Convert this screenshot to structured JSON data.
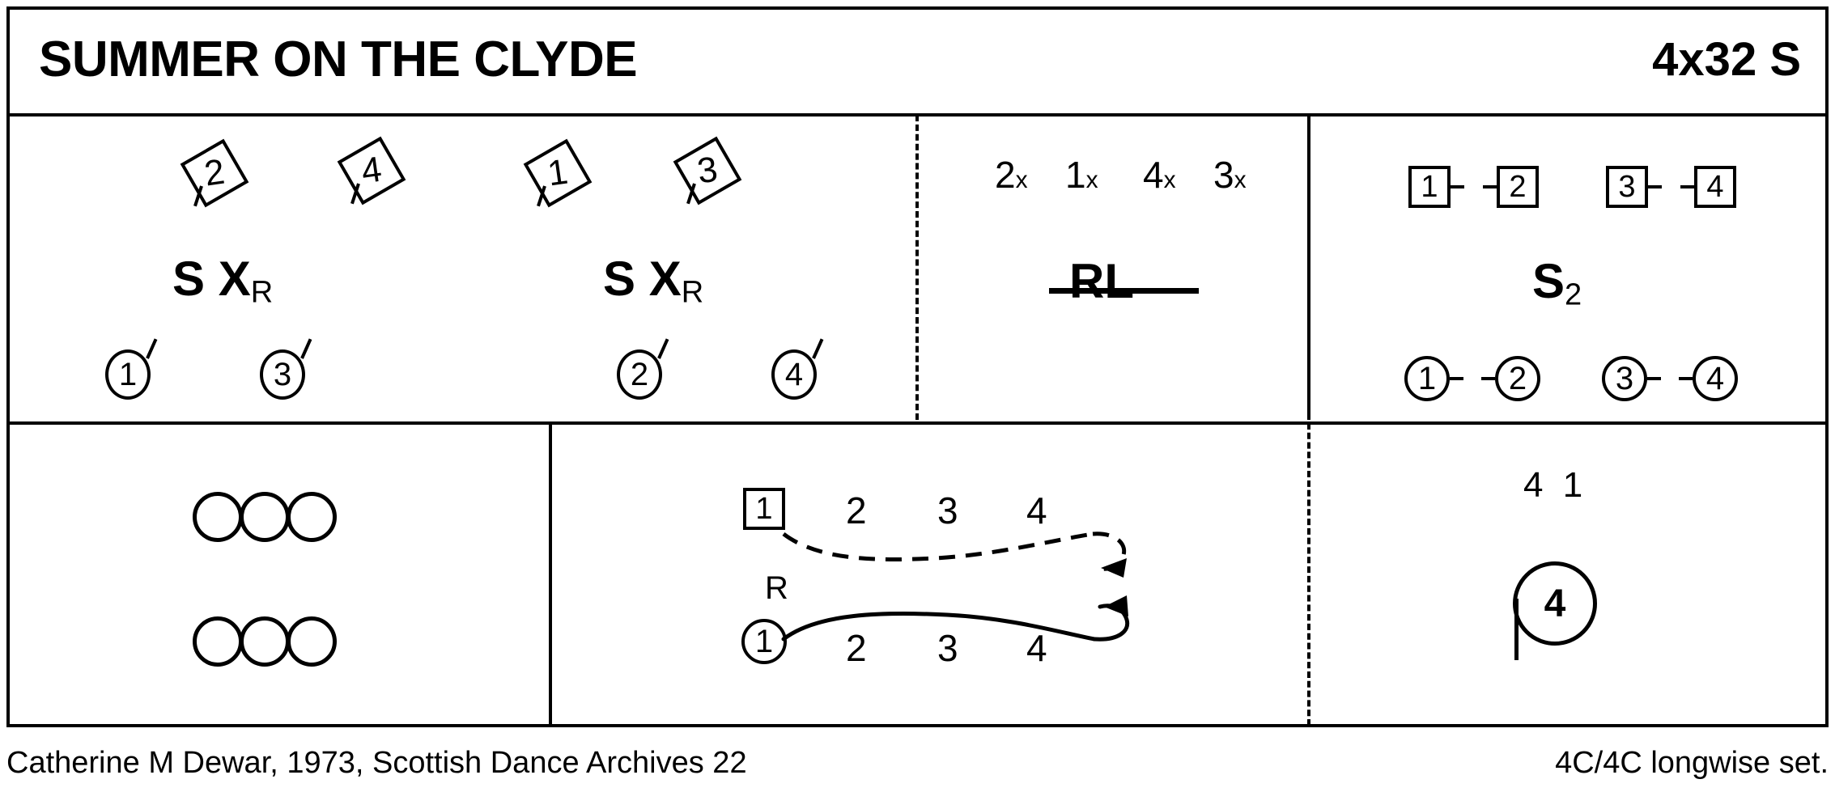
{
  "header": {
    "title": "SUMMER ON THE CLYDE",
    "bars": "4x32 S"
  },
  "footer": {
    "credit": "Catherine M Dewar, 1973, Scottish Dance Archives 22",
    "set": "4C/4C longwise set."
  },
  "row1": {
    "panel_a": {
      "men_top": [
        {
          "label": "2"
        },
        {
          "label": "4"
        },
        {
          "label": "1"
        },
        {
          "label": "3"
        }
      ],
      "formulas": [
        {
          "main": "S X",
          "sub": "R"
        },
        {
          "main": "S X",
          "sub": "R"
        }
      ],
      "ladies_bottom": [
        {
          "label": "1"
        },
        {
          "label": "3"
        },
        {
          "label": "2"
        },
        {
          "label": "4"
        }
      ]
    },
    "panel_b": {
      "positions": [
        {
          "num": "2",
          "mark": "x"
        },
        {
          "num": "1",
          "mark": "x"
        },
        {
          "num": "4",
          "mark": "x"
        },
        {
          "num": "3",
          "mark": "x"
        }
      ],
      "figure": "RL",
      "figure_struck": true
    },
    "panel_c": {
      "men_boxed": [
        {
          "label": "1"
        },
        {
          "label": "2"
        },
        {
          "label": "3"
        },
        {
          "label": "4"
        }
      ],
      "formula": {
        "main": "S",
        "sub": "2"
      },
      "ladies_circled": [
        {
          "label": "1"
        },
        {
          "label": "2"
        },
        {
          "label": "3"
        },
        {
          "label": "4"
        }
      ]
    }
  },
  "row2": {
    "panel_a": {
      "rows": [
        [
          "circle",
          "circle",
          "circle"
        ],
        [
          "circle",
          "circle",
          "circle"
        ]
      ]
    },
    "panel_b": {
      "top_track": {
        "start_symbol": "1",
        "start_symbol_kind": "boxed",
        "positions": [
          "2",
          "3",
          "4"
        ],
        "line_style": "dashed",
        "arrow": "left"
      },
      "hand_label": "R",
      "bottom_track": {
        "start_symbol": "1",
        "start_symbol_kind": "circled",
        "positions": [
          "2",
          "3",
          "4"
        ],
        "line_style": "solid",
        "arrow": "left"
      }
    },
    "panel_c": {
      "order": "4 1",
      "dancer": "4"
    }
  },
  "colors": {
    "ink": "#000000",
    "paper": "#ffffff"
  }
}
